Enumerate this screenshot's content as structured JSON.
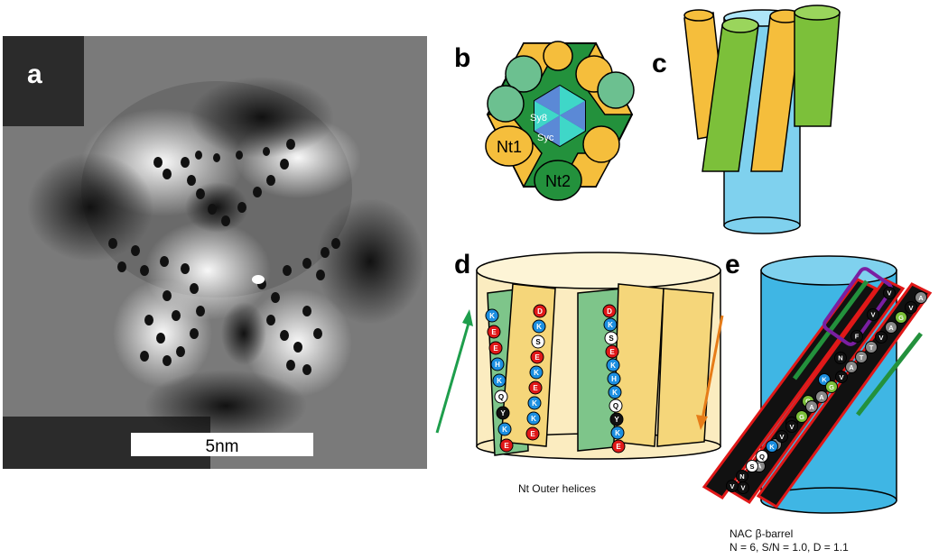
{
  "panels": {
    "a": {
      "label": "a",
      "scalebar": "5nm"
    },
    "b": {
      "label": "b",
      "inner_labels": [
        "Sy8",
        "Syc"
      ],
      "outer_labels": [
        "Nt1",
        "Nt2"
      ]
    },
    "c": {
      "label": "c"
    },
    "d": {
      "label": "d",
      "caption": "Nt Outer helices",
      "residues_left": [
        "K",
        "E",
        "E",
        "H",
        "K",
        "Q",
        "Y",
        "K",
        "E"
      ],
      "residues_mid": [
        "D",
        "K",
        "S",
        "E",
        "K",
        "E",
        "K",
        "K",
        "E"
      ],
      "residues_right": [
        "D",
        "K",
        "S",
        "E",
        "K",
        "H",
        "K",
        "Q",
        "Y",
        "K",
        "E"
      ]
    },
    "e": {
      "label": "e",
      "caption_line1": "NAC β-barrel",
      "caption_line2": "N = 6, S/N = 1.0, D = 1.1",
      "residues": [
        "V",
        "V",
        "F",
        "N",
        "K",
        "G",
        "V",
        "T",
        "A",
        "V",
        "A",
        "V",
        "G",
        "A",
        "V",
        "T",
        "T",
        "A",
        "V",
        "G",
        "A",
        "A",
        "G",
        "V",
        "V",
        "K",
        "Q",
        "S",
        "N",
        "V"
      ]
    }
  },
  "colors": {
    "yellow": "#f5be3c",
    "green": "#23913c",
    "lightgreen": "#6cc090",
    "cyan": "#7fd1ee",
    "blue": "#3a73c0",
    "purple": "#7a1fa2",
    "red": "#e01818"
  }
}
